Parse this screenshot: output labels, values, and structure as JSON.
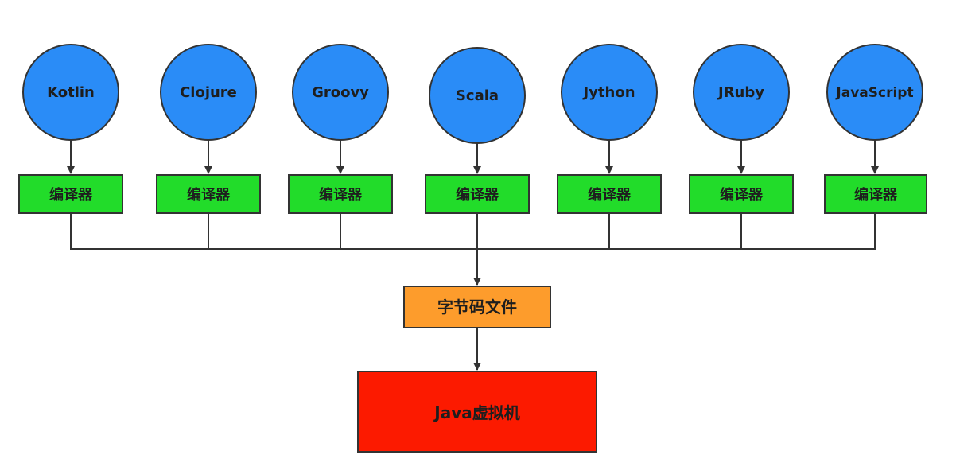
{
  "colors": {
    "language_fill": "#2a8cf7",
    "compiler_fill": "#22dc2a",
    "bytecode_fill": "#fd9c2c",
    "jvm_fill": "#fc1a00",
    "stroke": "#333333",
    "text": "#1e1e1e"
  },
  "languages": [
    {
      "name": "Kotlin",
      "compiler_label": "编译器"
    },
    {
      "name": "Clojure",
      "compiler_label": "编译器"
    },
    {
      "name": "Groovy",
      "compiler_label": "编译器"
    },
    {
      "name": "Scala",
      "compiler_label": "编译器"
    },
    {
      "name": "Jython",
      "compiler_label": "编译器"
    },
    {
      "name": "JRuby",
      "compiler_label": "编译器"
    },
    {
      "name": "JavaScript",
      "compiler_label": "编译器"
    }
  ],
  "bytecode": {
    "label": "字节码文件"
  },
  "jvm": {
    "label": "Java虚拟机"
  }
}
